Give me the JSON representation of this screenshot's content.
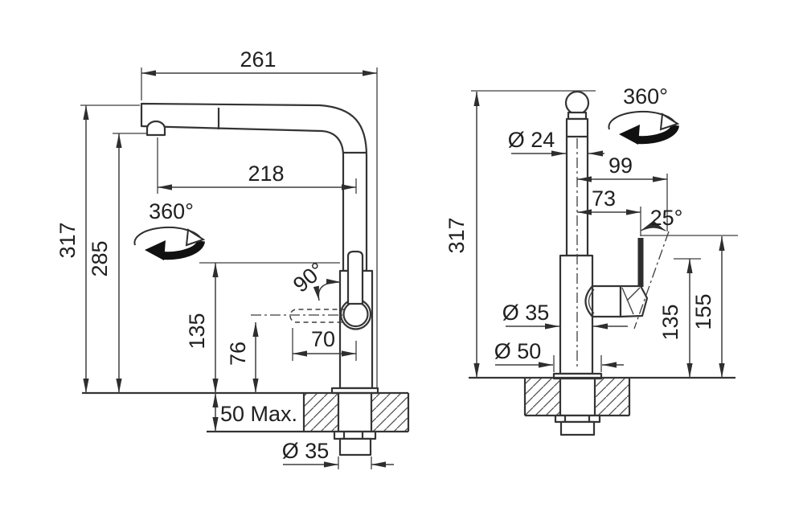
{
  "colors": {
    "background": "#ffffff",
    "line": "#343434",
    "text": "#202020"
  },
  "left_view": {
    "total_width": "261",
    "spout_reach": "218",
    "total_height": "317",
    "spout_height": "285",
    "swivel_range": "360°",
    "handle_swing": "90°",
    "outlet_height": "135",
    "handle_axis_height": "76",
    "handle_length": "70",
    "deck_thickness_max": "50 Max.",
    "shank_diameter": "Ø 35"
  },
  "right_view": {
    "spout_diameter": "Ø 24",
    "swivel_range": "360°",
    "handle_reach": "99",
    "handle_offset": "73",
    "handle_tilt": "25°",
    "total_height": "317",
    "body_diameter": "Ø 35",
    "base_diameter": "Ø 50",
    "body_height": "135",
    "handle_top_height": "155"
  }
}
